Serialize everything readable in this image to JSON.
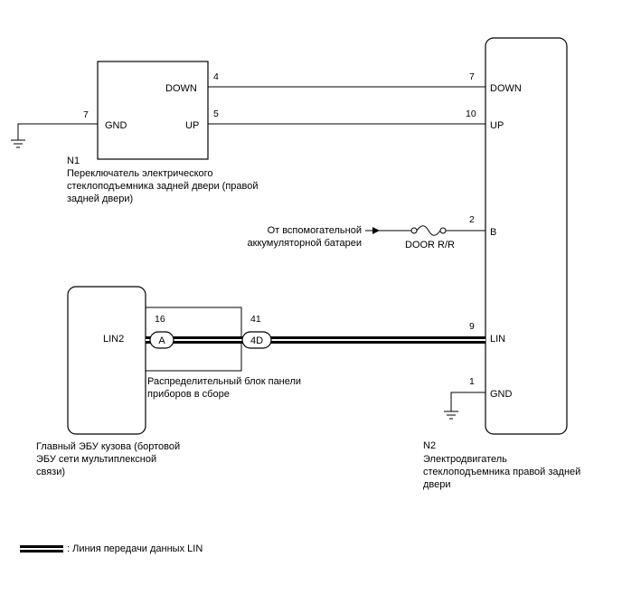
{
  "switch_n1": {
    "id": "N1",
    "desc": [
      "Переключатель электрического",
      "стеклоподъемника задней двери (правой",
      "задней двери)"
    ],
    "pins": {
      "down": "DOWN",
      "down_no": "4",
      "up": "UP",
      "up_no": "5",
      "gnd": "GND",
      "gnd_no": "7"
    }
  },
  "motor_n2": {
    "id": "N2",
    "desc": [
      "Электродвигатель",
      "стеклоподъемника правой задней",
      "двери"
    ],
    "pins": {
      "down": "DOWN",
      "down_no": "7",
      "up": "UP",
      "up_no": "10",
      "b": "B",
      "b_no": "2",
      "lin": "LIN",
      "lin_no": "9",
      "gnd": "GND",
      "gnd_no": "1"
    }
  },
  "battery": {
    "text": [
      "От вспомогательной",
      "аккумуляторной батареи"
    ],
    "fuse": "DOOR R/R"
  },
  "ecu": {
    "pin": "LIN2",
    "desc": [
      "Главный ЭБУ кузова (бортовой",
      "ЭБУ сети мультиплексной",
      "связи)"
    ]
  },
  "junction": {
    "desc": [
      "Распределительный блок панели",
      "приборов в сборе"
    ],
    "conn_a": "A",
    "conn_a_no": "16",
    "conn_4d": "4D",
    "conn_4d_no": "41"
  },
  "legend": {
    "text": ": Линия передачи данных LIN"
  }
}
